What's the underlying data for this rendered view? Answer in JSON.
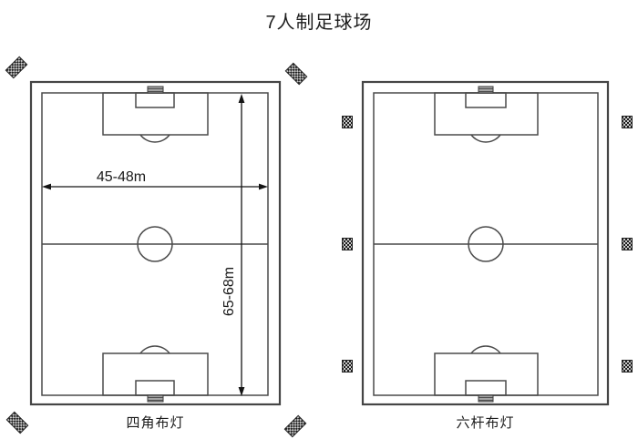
{
  "title": "7人制足球场",
  "colors": {
    "line": "#4a4a4a",
    "arrow": "#151515",
    "goal_fill": "#9a9a9a",
    "background": "#ffffff"
  },
  "fields": [
    {
      "caption": "四角布灯",
      "width_label": "45-48m",
      "length_label": "65-68m"
    },
    {
      "caption": "六杆布灯"
    }
  ]
}
